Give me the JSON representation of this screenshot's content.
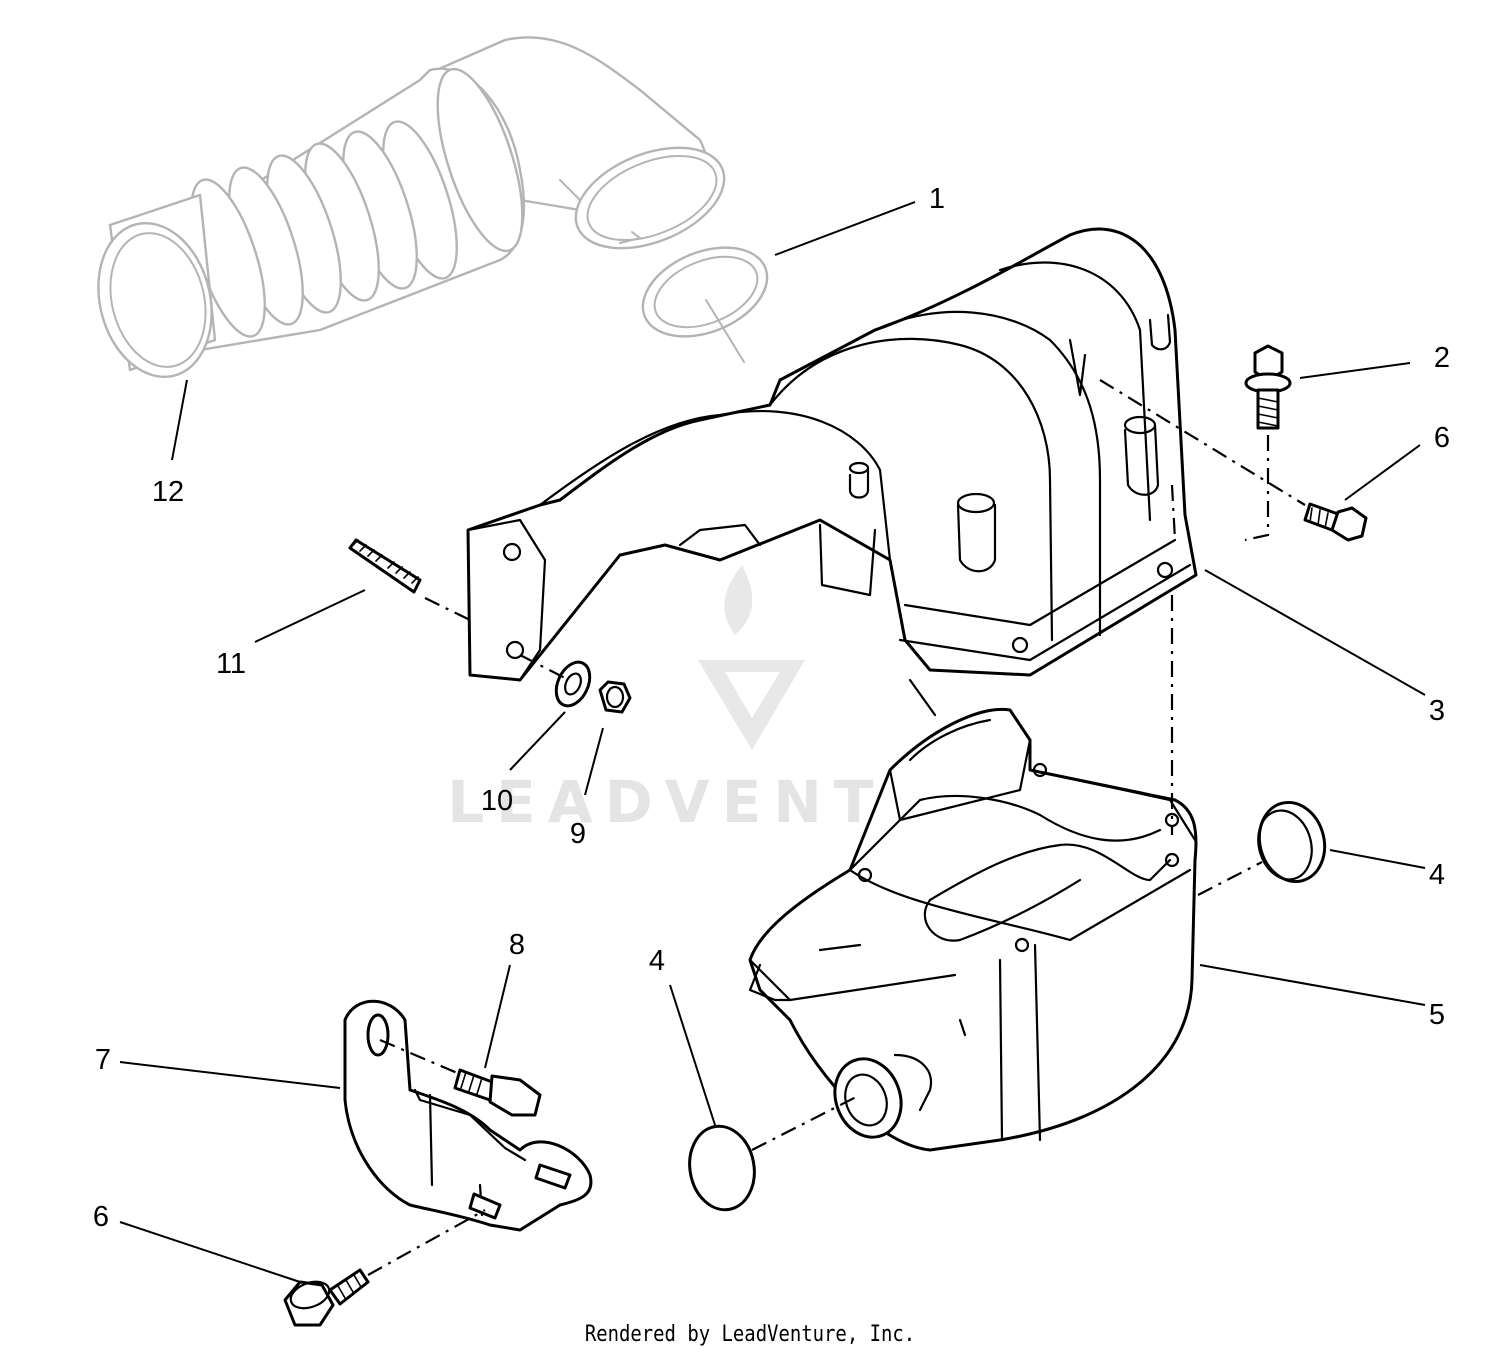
{
  "callouts": {
    "c1": "1",
    "c2": "2",
    "c3": "3",
    "c4a": "4",
    "c4b": "4",
    "c5": "5",
    "c6a": "6",
    "c6b": "6",
    "c7": "7",
    "c8": "8",
    "c9": "9",
    "c10": "10",
    "c11": "11",
    "c12": "12"
  },
  "watermark": {
    "text": "LEADVENTURE"
  },
  "footer": {
    "text": "Rendered by LeadVenture, Inc."
  },
  "colors": {
    "line": "#000000",
    "ghost": "#b4b4b4",
    "watermark": "#e4e4e4",
    "background": "#ffffff"
  }
}
